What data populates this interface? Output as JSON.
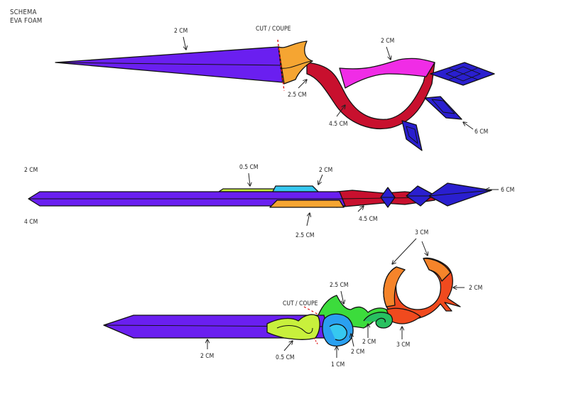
{
  "header": {
    "line1": "SCHEMA",
    "line2": "EVA FOAM"
  },
  "diagram1": {
    "blade": "2 CM",
    "cut": "CUT / COUPE",
    "top_guard": "2 CM",
    "collar": "2.5 CM",
    "red_guard": "4.5 CM",
    "spikes": "6 CM"
  },
  "diagram2": {
    "blade_top": "2 CM",
    "blade_bottom": "4 CM",
    "green_strip": "0.5 CM",
    "blue_plate": "2 CM",
    "orange_plate": "2.5 CM",
    "red_handle": "4.5 CM",
    "spear_tip": "6 CM"
  },
  "diagram3": {
    "hook_top": "3 CM",
    "hook_side": "2 CM",
    "green_crest": "2.5 CM",
    "cut": "CUT / COUPE",
    "blade": "2 CM",
    "yellow_scroll": "0.5 CM",
    "blue_swirl": "1 CM",
    "dark_green_a": "2 CM",
    "dark_green_b": "2 CM",
    "orange_base": "3 CM"
  },
  "colors": {
    "blade": "#6a1ff0",
    "orange": "#f5a532",
    "magenta": "#f02ce6",
    "crimson": "#c8102e",
    "navy": "#2a1fcf",
    "lime": "#c8f03c",
    "cyan": "#36c8f0",
    "green": "#3cdc3c",
    "blue2": "#2aa0f0",
    "red_orange": "#f04a1e",
    "cut_line": "#e01010"
  }
}
